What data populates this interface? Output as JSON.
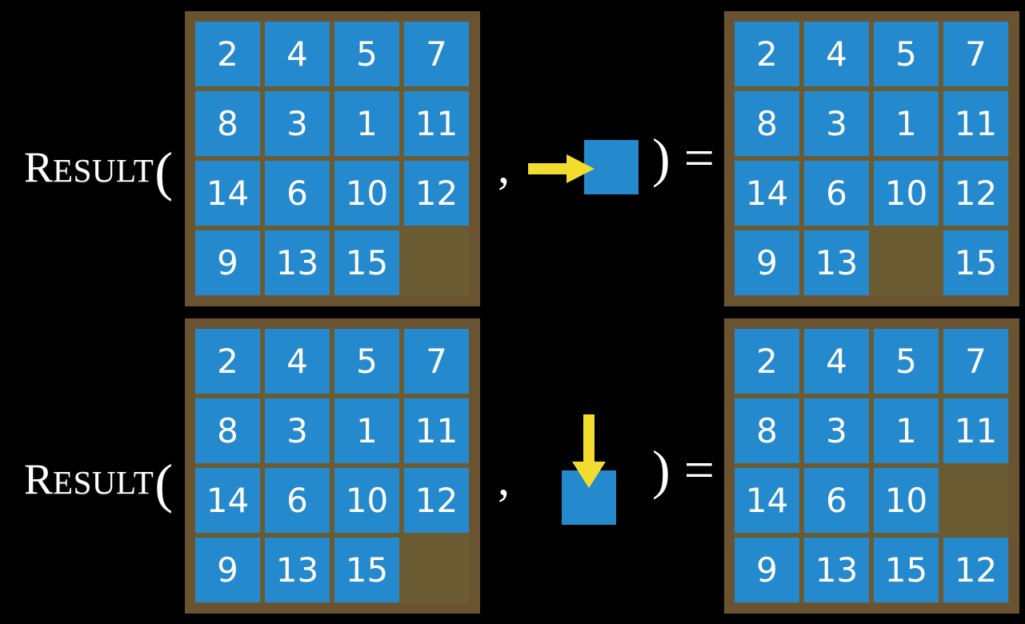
{
  "page": {
    "background_color": "#000000",
    "title": "Result function on 15-puzzle with move actions"
  },
  "colors": {
    "tile": "#2589ce",
    "board_background": "#6b5b33",
    "board_border": "#6a5330",
    "arrow": "#f2dc2e",
    "text": "#ffffff",
    "page_background": "#000000"
  },
  "equations": [
    {
      "id": "equation-right-move",
      "label": {
        "cap": "R",
        "smallcaps": "ESULT",
        "open_paren": "("
      },
      "separator": ",",
      "action": {
        "name": "move-right",
        "arrow_direction": "right",
        "arrow_icon": "arrow-right-icon",
        "tile_icon": "blank-tile-icon",
        "arrow_color": "#f2dc2e",
        "tile_color": "#2589ce"
      },
      "close": ") =",
      "input_board": {
        "name": "input-board-top",
        "rows": 4,
        "cols": 4,
        "cells": [
          [
            "2",
            "4",
            "5",
            "7"
          ],
          [
            "8",
            "3",
            "1",
            "11"
          ],
          [
            "14",
            "6",
            "10",
            "12"
          ],
          [
            "9",
            "13",
            "15",
            ""
          ]
        ]
      },
      "output_board": {
        "name": "output-board-top",
        "rows": 4,
        "cols": 4,
        "cells": [
          [
            "2",
            "4",
            "5",
            "7"
          ],
          [
            "8",
            "3",
            "1",
            "11"
          ],
          [
            "14",
            "6",
            "10",
            "12"
          ],
          [
            "9",
            "13",
            "",
            "15"
          ]
        ]
      }
    },
    {
      "id": "equation-down-move",
      "label": {
        "cap": "R",
        "smallcaps": "ESULT",
        "open_paren": "("
      },
      "separator": ",",
      "action": {
        "name": "move-down",
        "arrow_direction": "down",
        "arrow_icon": "arrow-down-icon",
        "tile_icon": "blank-tile-icon",
        "arrow_color": "#f2dc2e",
        "tile_color": "#2589ce"
      },
      "close": ") =",
      "input_board": {
        "name": "input-board-bottom",
        "rows": 4,
        "cols": 4,
        "cells": [
          [
            "2",
            "4",
            "5",
            "7"
          ],
          [
            "8",
            "3",
            "1",
            "11"
          ],
          [
            "14",
            "6",
            "10",
            "12"
          ],
          [
            "9",
            "13",
            "15",
            ""
          ]
        ]
      },
      "output_board": {
        "name": "output-board-bottom",
        "rows": 4,
        "cols": 4,
        "cells": [
          [
            "2",
            "4",
            "5",
            "7"
          ],
          [
            "8",
            "3",
            "1",
            "11"
          ],
          [
            "14",
            "6",
            "10",
            ""
          ],
          [
            "9",
            "13",
            "15",
            "12"
          ]
        ]
      }
    }
  ]
}
